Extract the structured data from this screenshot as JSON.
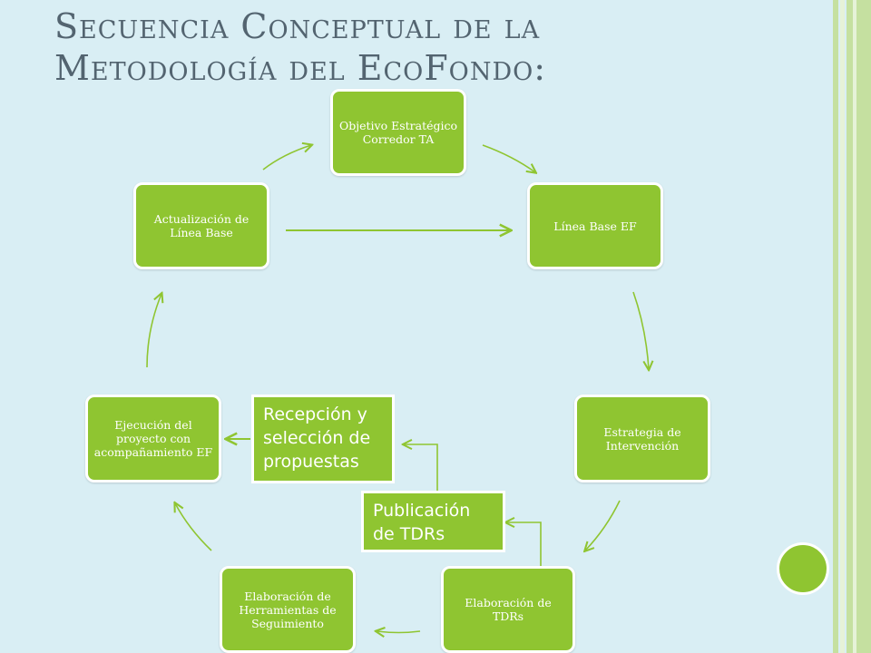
{
  "slide": {
    "title_line1": "Secuencia Conceptual de la",
    "title_line2": "Metodología del EcoFondo:"
  },
  "nodes": {
    "objetivo": "Objetivo Estratégico Corredor TA",
    "linea_base": "Línea Base EF",
    "estrategia": "Estrategia de Intervención",
    "tdrs": "Elaboración de TDRs",
    "herramientas": "Elaboración de Herramientas de Seguimiento",
    "ejecucion": "Ejecución del proyecto con acompañamiento EF",
    "actualizacion": "Actualización de Línea Base"
  },
  "callouts": {
    "recepcion": "Recepción y selección de propuestas",
    "publicacion": "Publicación de TDRs"
  },
  "colors": {
    "node_fill": "#8fc531",
    "node_border": "#ffffff",
    "arrow": "#8fc531",
    "background": "#d9eef4",
    "title": "#536470"
  }
}
